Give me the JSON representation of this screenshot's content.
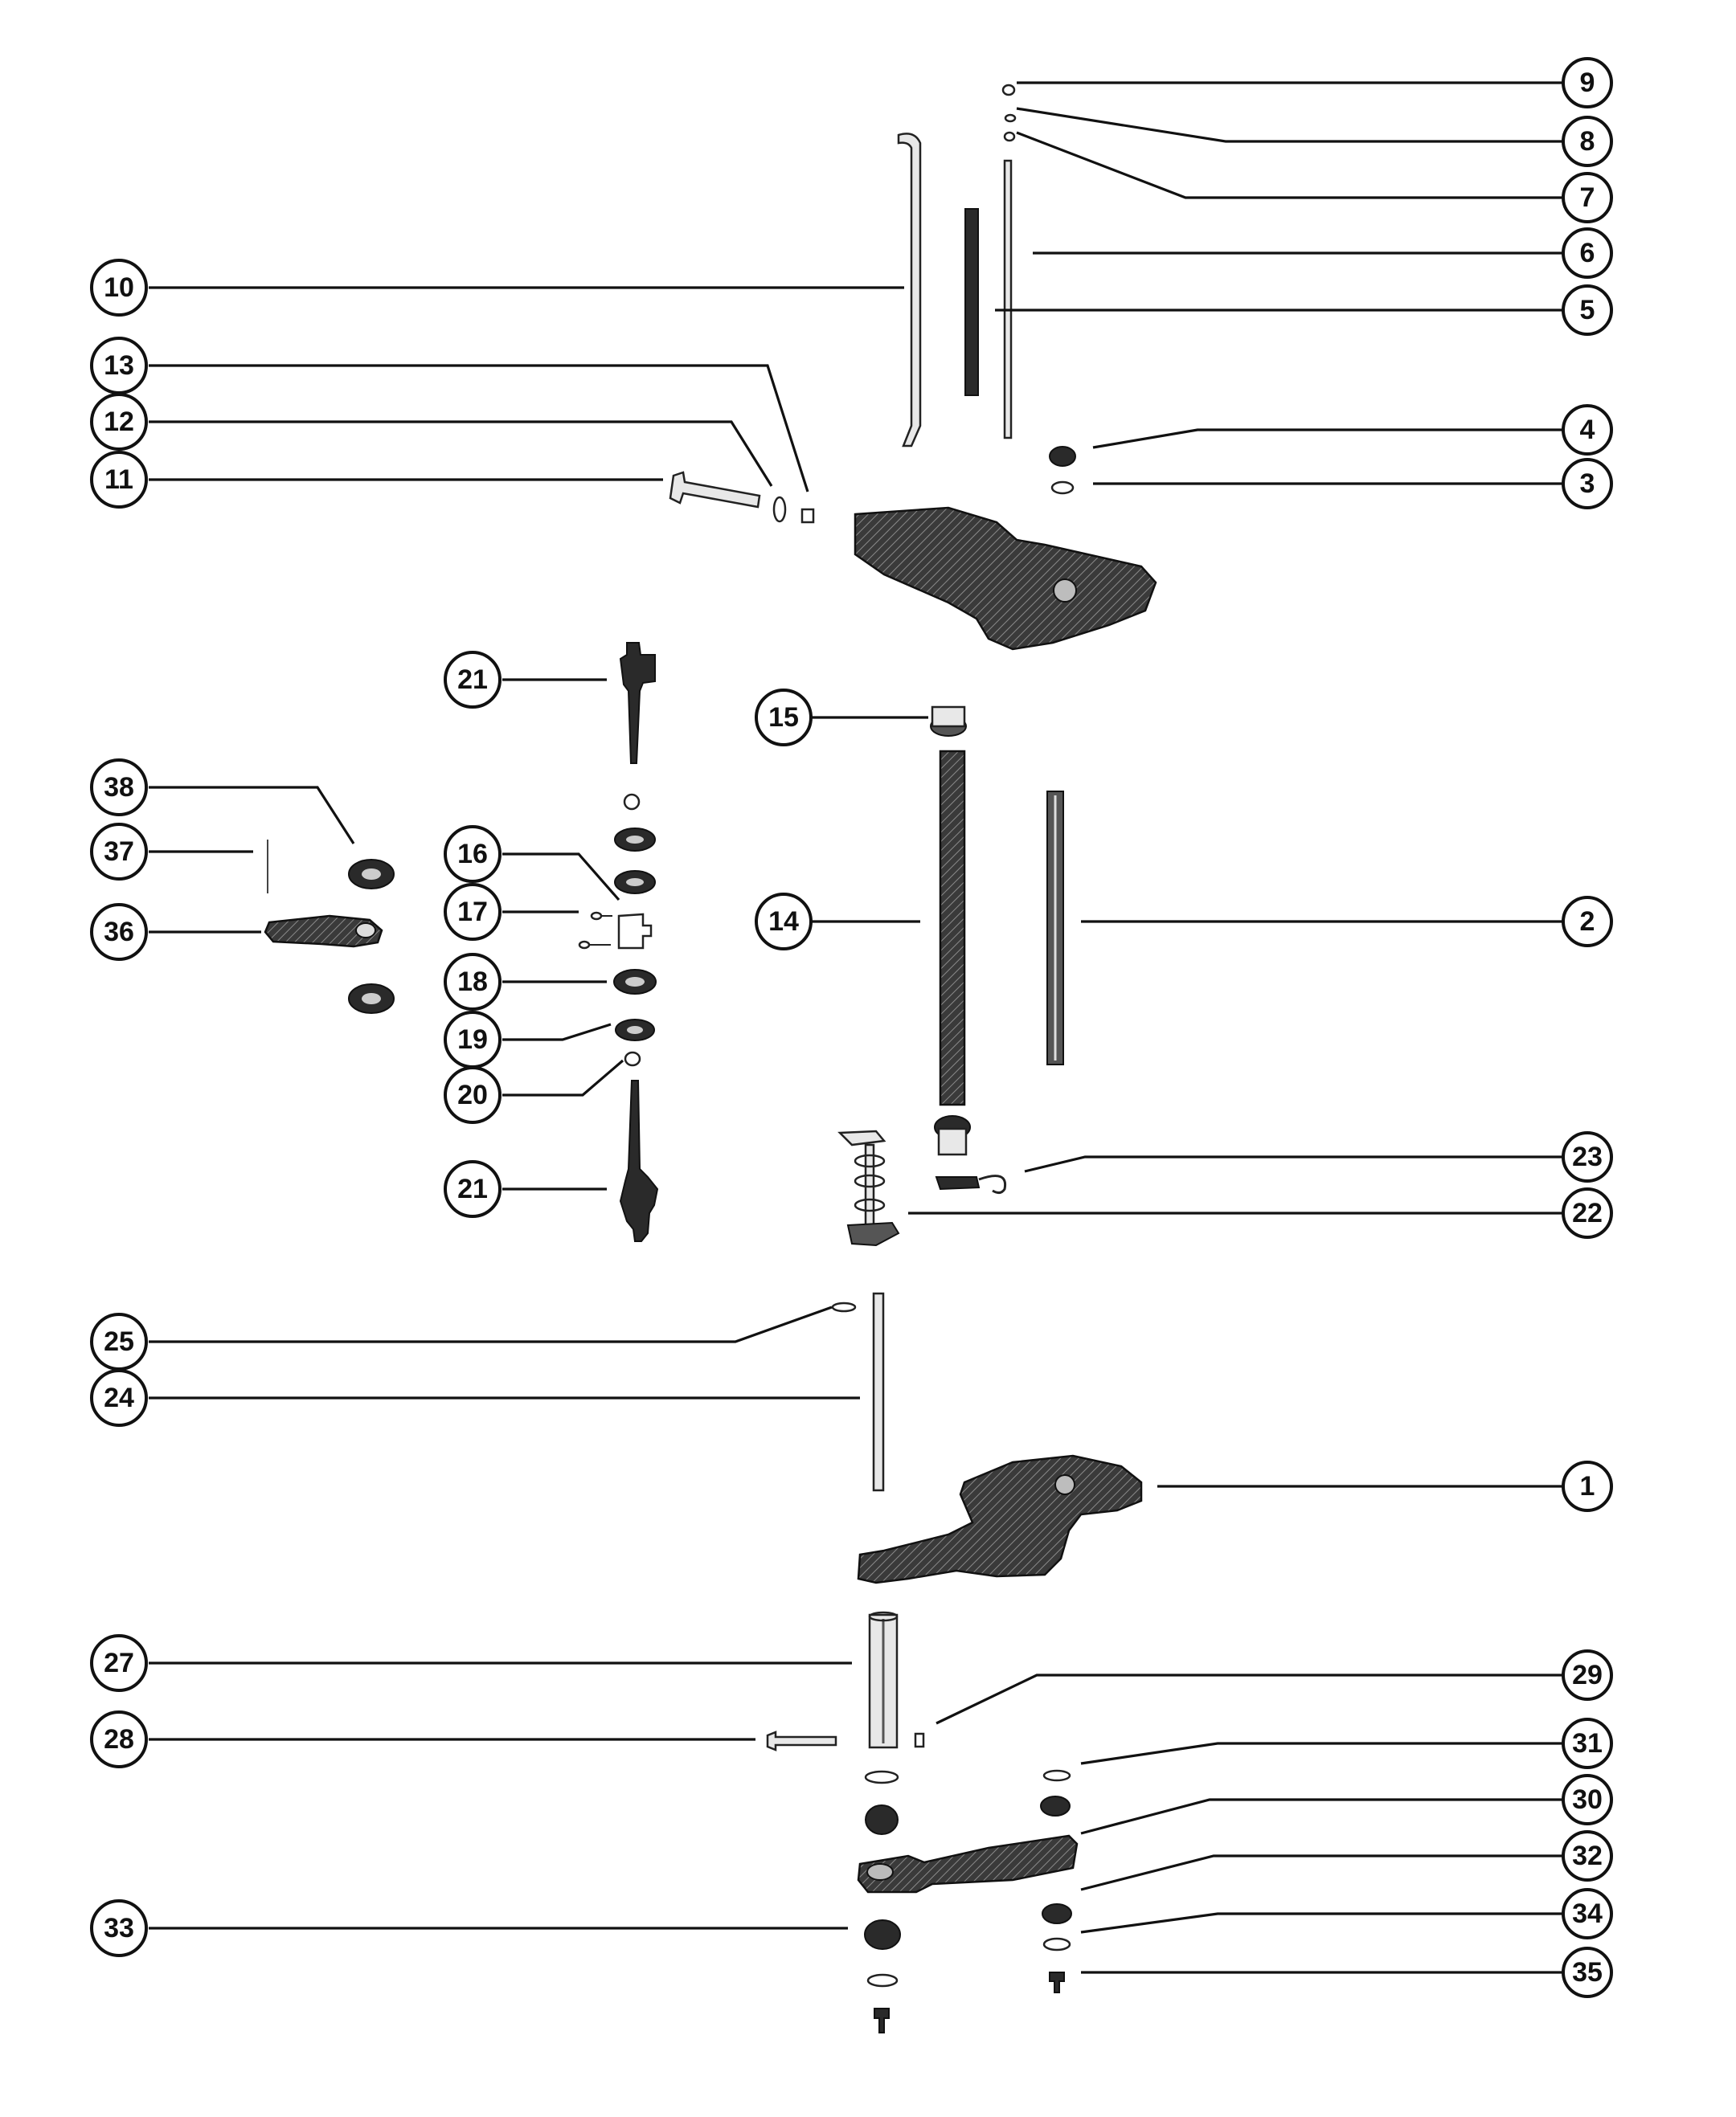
{
  "diagram": {
    "callouts": [
      {
        "id": "c9",
        "label": "9"
      },
      {
        "id": "c8",
        "label": "8"
      },
      {
        "id": "c7",
        "label": "7"
      },
      {
        "id": "c6",
        "label": "6"
      },
      {
        "id": "c5",
        "label": "5"
      },
      {
        "id": "c4",
        "label": "4"
      },
      {
        "id": "c3",
        "label": "3"
      },
      {
        "id": "c10",
        "label": "10"
      },
      {
        "id": "c13",
        "label": "13"
      },
      {
        "id": "c12",
        "label": "12"
      },
      {
        "id": "c11",
        "label": "11"
      },
      {
        "id": "c21a",
        "label": "21"
      },
      {
        "id": "c15",
        "label": "15"
      },
      {
        "id": "c38",
        "label": "38"
      },
      {
        "id": "c37",
        "label": "37"
      },
      {
        "id": "c36",
        "label": "36"
      },
      {
        "id": "c16",
        "label": "16"
      },
      {
        "id": "c17",
        "label": "17"
      },
      {
        "id": "c18",
        "label": "18"
      },
      {
        "id": "c19",
        "label": "19"
      },
      {
        "id": "c20",
        "label": "20"
      },
      {
        "id": "c21b",
        "label": "21"
      },
      {
        "id": "c14",
        "label": "14"
      },
      {
        "id": "c2",
        "label": "2"
      },
      {
        "id": "c23",
        "label": "23"
      },
      {
        "id": "c22",
        "label": "22"
      },
      {
        "id": "c25",
        "label": "25"
      },
      {
        "id": "c24",
        "label": "24"
      },
      {
        "id": "c1",
        "label": "1"
      },
      {
        "id": "c27",
        "label": "27"
      },
      {
        "id": "c29",
        "label": "29"
      },
      {
        "id": "c28",
        "label": "28"
      },
      {
        "id": "c31",
        "label": "31"
      },
      {
        "id": "c30",
        "label": "30"
      },
      {
        "id": "c32",
        "label": "32"
      },
      {
        "id": "c33",
        "label": "33"
      },
      {
        "id": "c34",
        "label": "34"
      },
      {
        "id": "c35",
        "label": "35"
      }
    ]
  }
}
